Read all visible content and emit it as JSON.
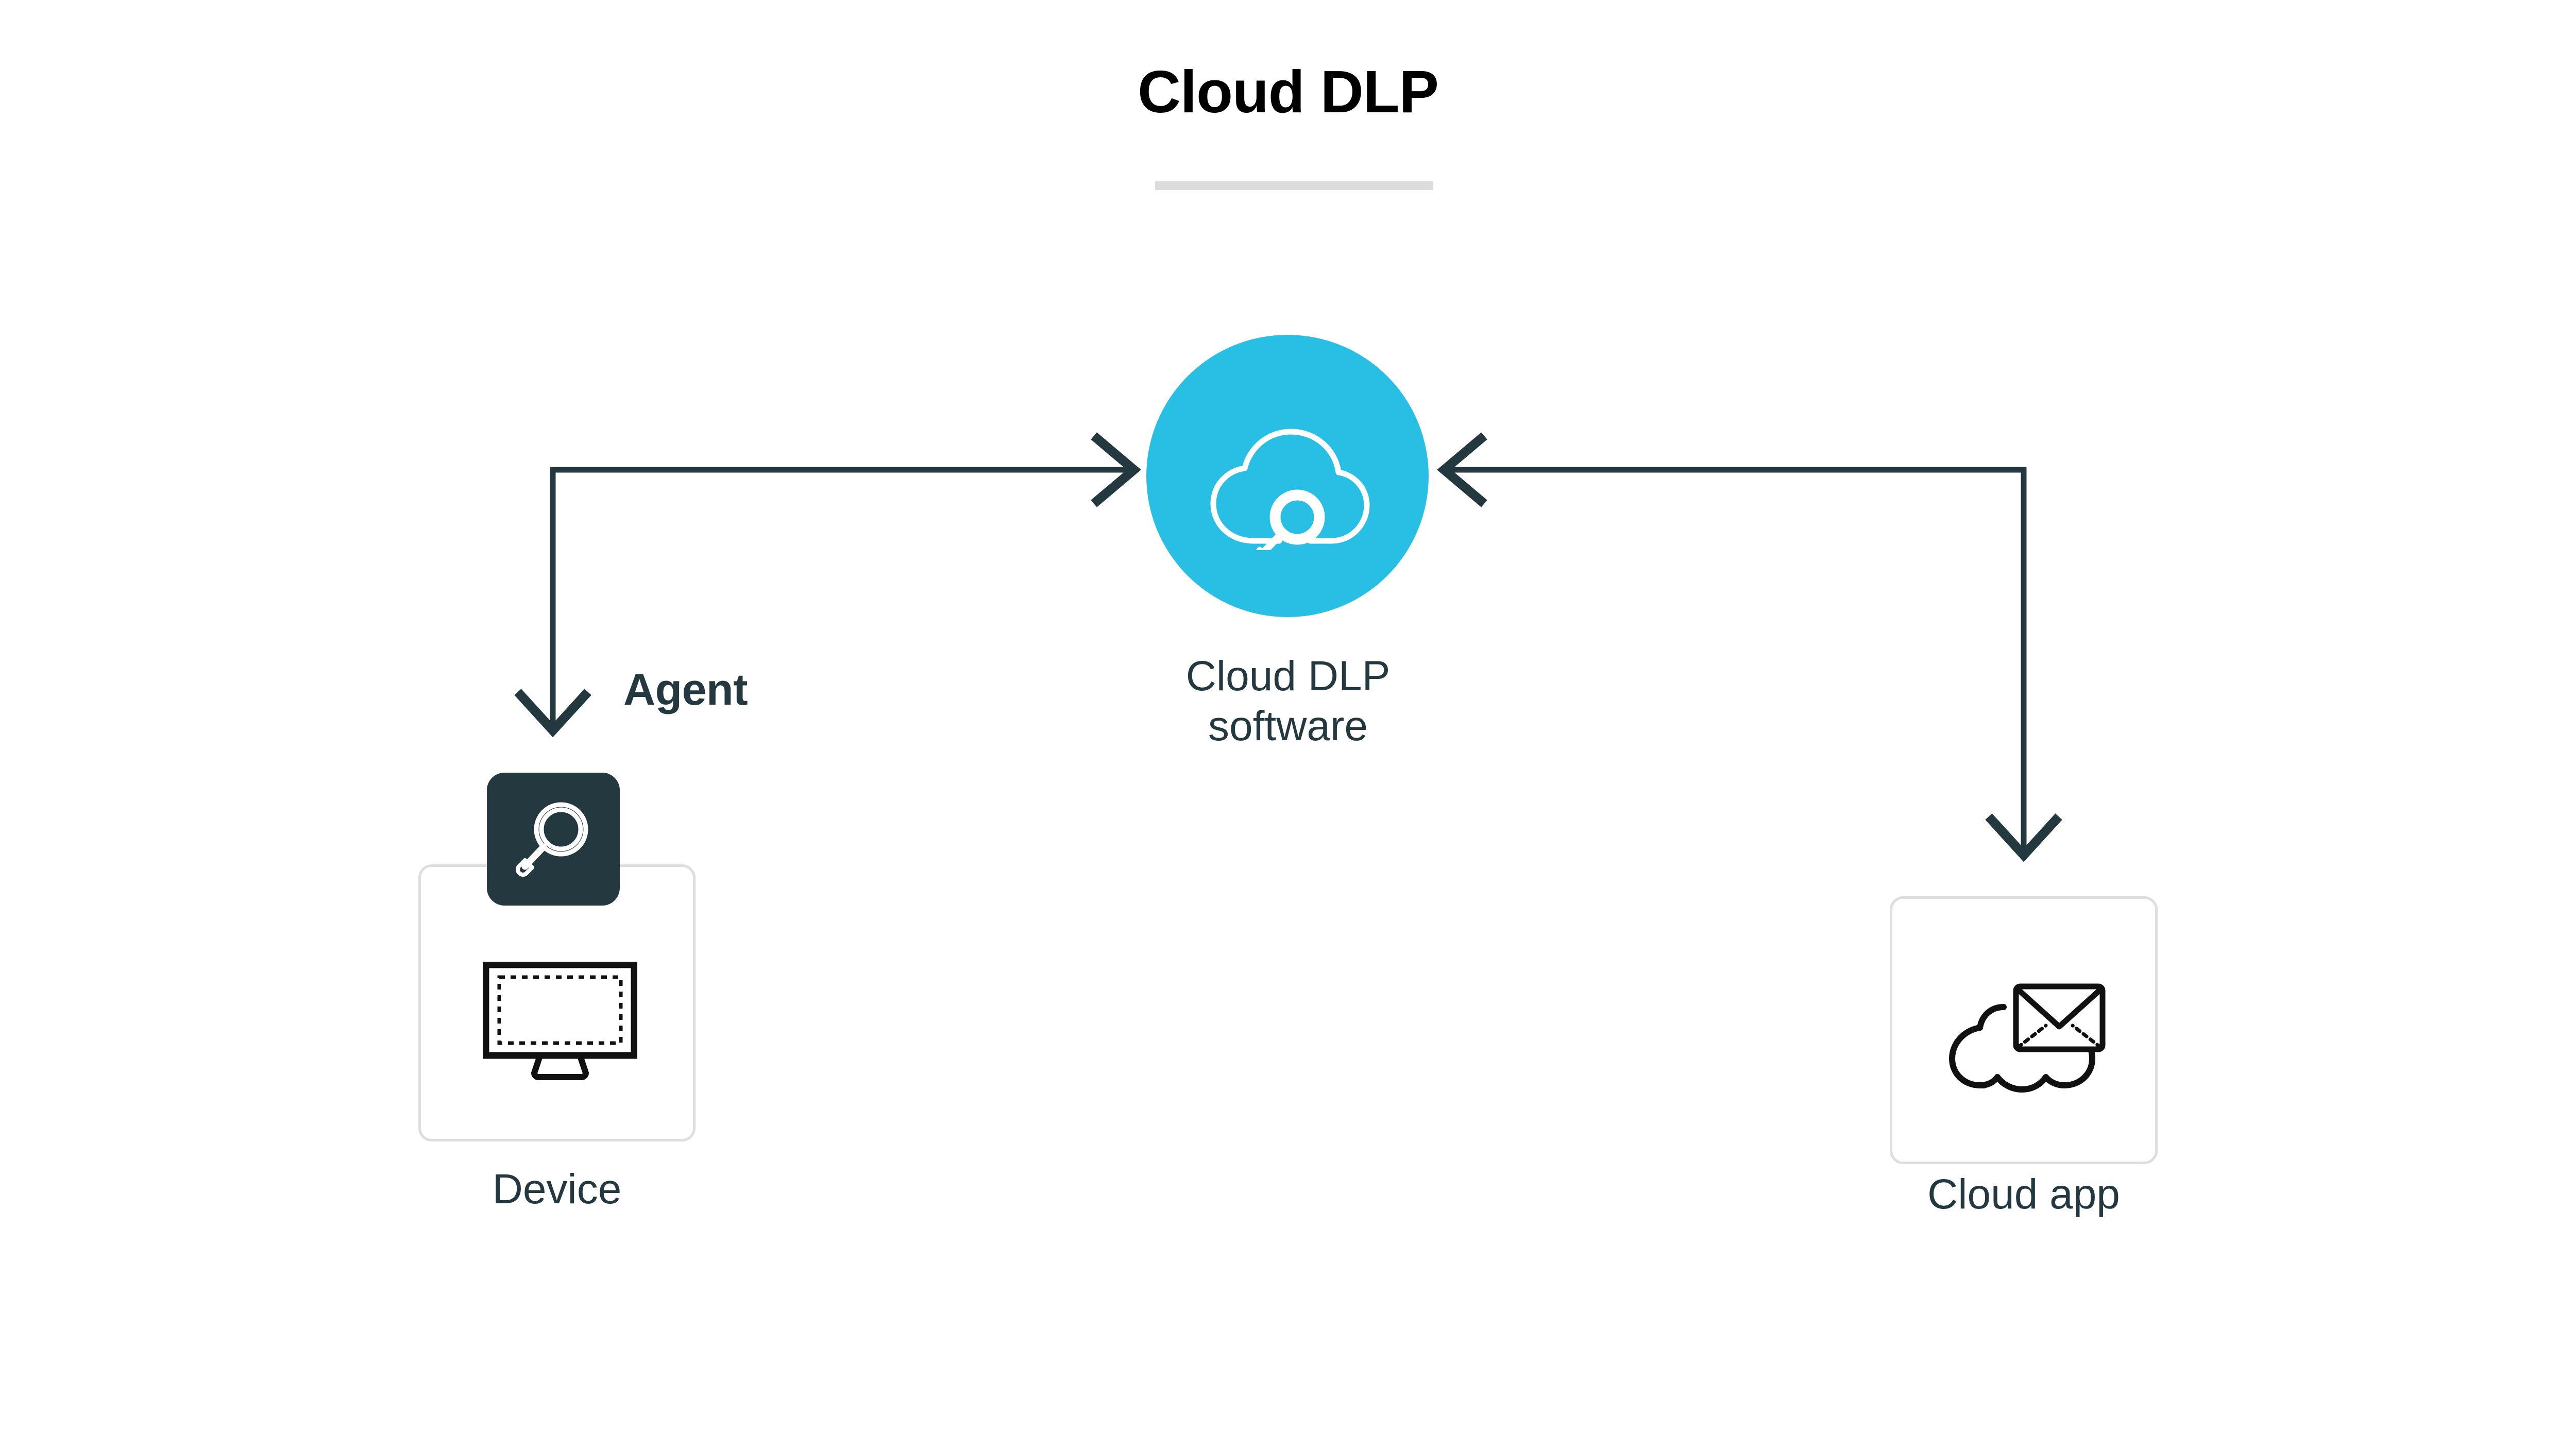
{
  "page": {
    "title": "Cloud DLP",
    "background_color": "#ffffff"
  },
  "theme": {
    "accent_cyan": "#29bfe5",
    "dark_slate": "#24383f",
    "card_border_gray": "#dedede",
    "underline_gray": "#dcdcdc",
    "icon_black": "#111111",
    "white": "#ffffff"
  },
  "nodes": {
    "cloud_dlp": {
      "label": "Cloud DLP\nsoftware",
      "icon": "cloud-search-icon",
      "shape": "circle",
      "fill": "#29bfe5"
    },
    "device": {
      "label": "Device",
      "icon": "monitor-icon",
      "badge": {
        "label": "Agent",
        "icon": "magnifier-icon",
        "fill": "#24383f"
      }
    },
    "cloud_app": {
      "label": "Cloud app",
      "icon": "cloud-envelope-icon"
    }
  },
  "connectors": [
    {
      "name": "device-to-cloud-dlp",
      "from": "device",
      "to": "cloud_dlp",
      "direction": "bidirectional-elbow",
      "arrowheads": [
        "down-onto-device",
        "right-into-cloud-dlp"
      ],
      "color": "#24383f"
    },
    {
      "name": "cloud-app-to-cloud-dlp",
      "from": "cloud_app",
      "to": "cloud_dlp",
      "direction": "bidirectional-elbow",
      "arrowheads": [
        "left-into-cloud-dlp",
        "down-onto-cloud-app"
      ],
      "color": "#24383f"
    }
  ]
}
